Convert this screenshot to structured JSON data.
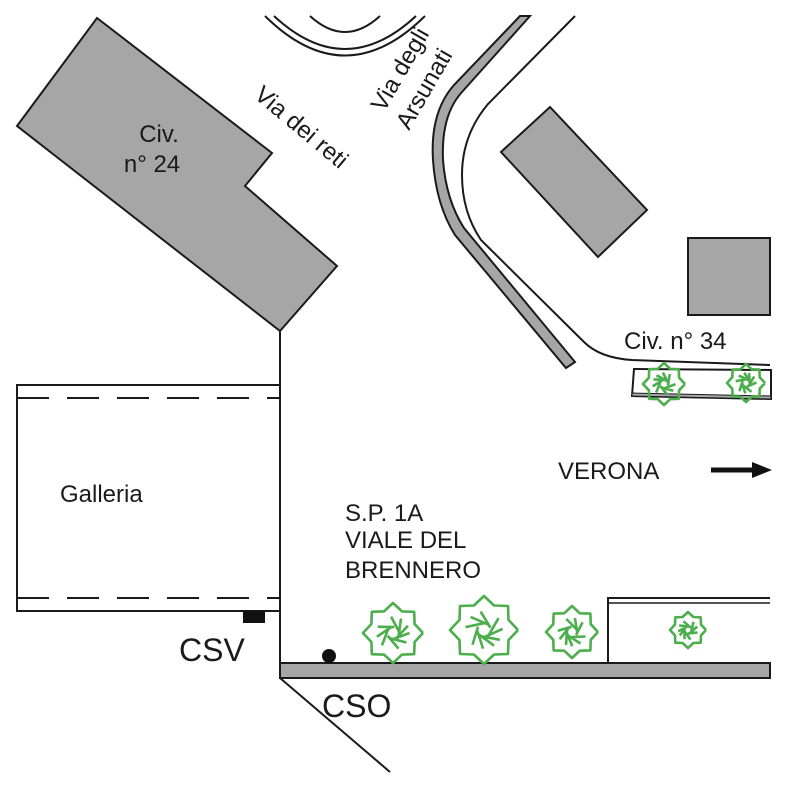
{
  "map": {
    "buildings": [
      {
        "id": "civ24",
        "label_line1": "Civ.",
        "label_line2": "n° 24"
      },
      {
        "id": "east-building",
        "label_line1": "",
        "label_line2": ""
      },
      {
        "id": "civ34-building",
        "label_line1": "",
        "label_line2": ""
      }
    ],
    "streets": {
      "via_dei_reti": "Via dei reti",
      "via_degli_arsunati_line1": "Via degli",
      "via_degli_arsunati_line2": "Arsunati",
      "main_road_line1": "S.P. 1A",
      "main_road_line2": "VIALE DEL",
      "main_road_line3": "BRENNERO"
    },
    "places": {
      "civ34": "Civ. n° 34",
      "galleria": "Galleria"
    },
    "direction": {
      "label": "VERONA",
      "arrow": "right-arrow-icon"
    },
    "markers": {
      "csv": "CSV",
      "cso": "CSO"
    },
    "colors": {
      "building": "#a6a6a6",
      "outline": "#1a1a1a",
      "tree": "#4cae4c",
      "background": "#ffffff"
    }
  }
}
